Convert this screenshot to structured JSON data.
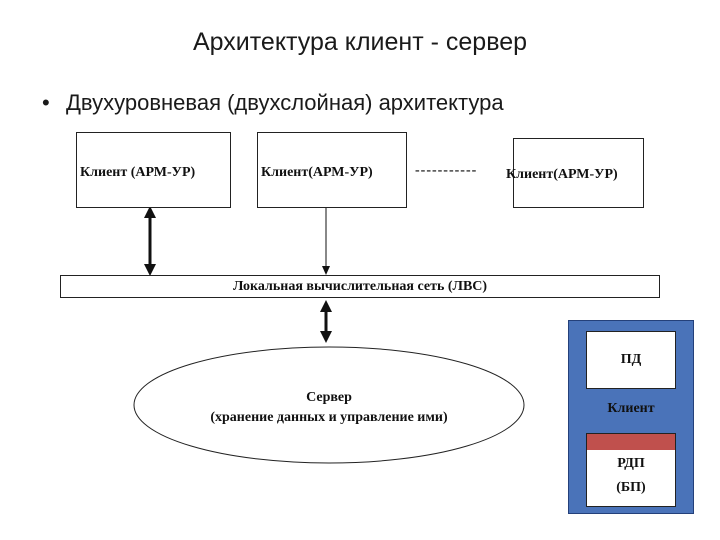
{
  "title": "Архитектура клиент - сервер",
  "bullet": {
    "marker": "•",
    "text": "Двухуровневая (двухслойная) архитектура"
  },
  "clients": [
    {
      "label": "Клиент (АРМ-УР)"
    },
    {
      "label": "Клиент(АРМ-УР)"
    },
    {
      "label": "Клиент(АРМ-УР)"
    }
  ],
  "ellipsis": "-----------",
  "lan": {
    "label": "Локальная вычислительная сеть (ЛВС)"
  },
  "server": {
    "line1": "Сервер",
    "line2": "(хранение данных и управление  ими)"
  },
  "legend": {
    "pd": "ПД",
    "client": "Клиент",
    "rdp_line1": "РДП",
    "rdp_line2": "(БП)",
    "panel_color": "#4a73b9",
    "band_color": "#c0504d"
  }
}
